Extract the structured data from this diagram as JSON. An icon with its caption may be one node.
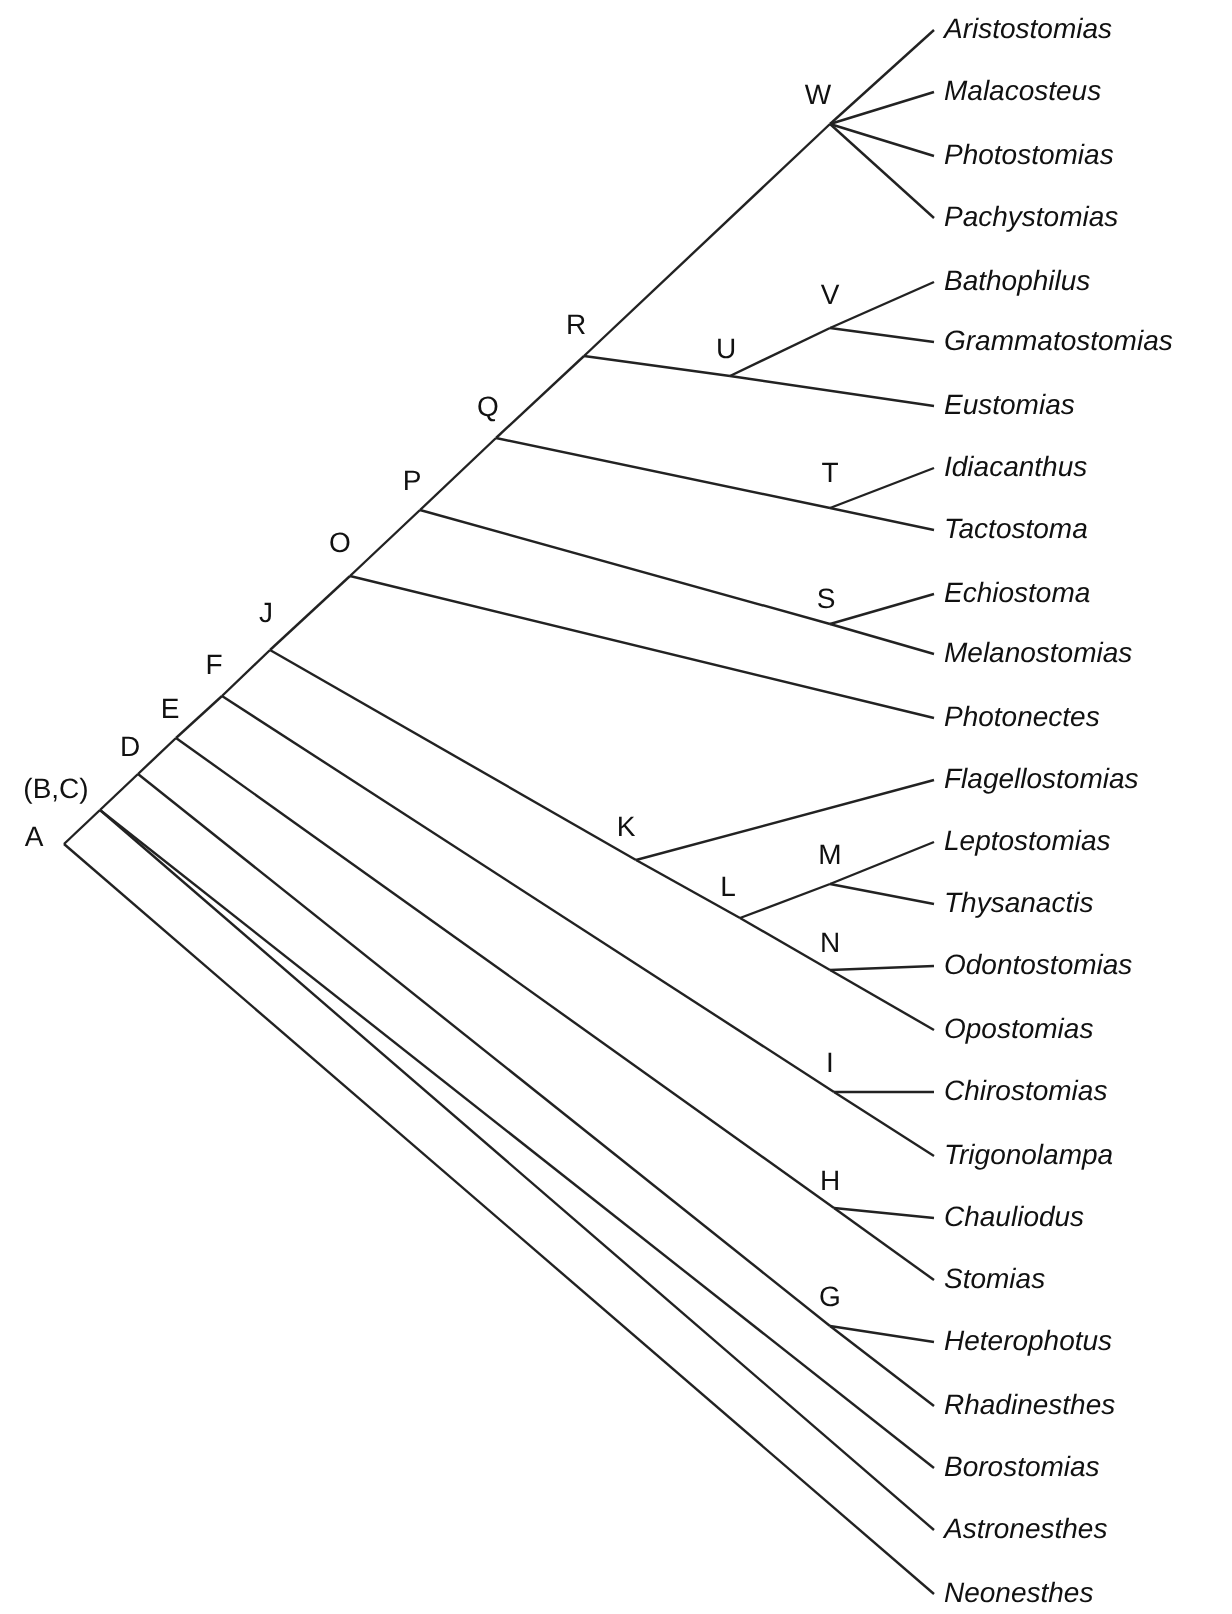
{
  "diagram": {
    "nodes": [
      {
        "text": [
          "Aristostomias"
        ]
      },
      {
        "text": [
          "Malacosteus"
        ]
      },
      {
        "text": [
          "Photostomias"
        ]
      },
      {
        "text": [
          "Pachystomias"
        ]
      },
      {
        "text": [
          "Bathophilus"
        ]
      },
      {
        "text": [
          "Grammatostomias"
        ]
      },
      {
        "text": [
          "Eustomias"
        ]
      },
      {
        "text": [
          "Idiacanthus"
        ]
      },
      {
        "text": [
          "Tactostoma"
        ]
      },
      {
        "text": [
          "Echiostoma"
        ]
      },
      {
        "text": [
          "Melanostomias"
        ]
      },
      {
        "text": [
          "Photonectes"
        ]
      },
      {
        "text": [
          "Flagellostomias"
        ]
      },
      {
        "text": [
          "Leptostomias"
        ]
      },
      {
        "text": [
          "Thysanactis"
        ]
      },
      {
        "text": [
          "Odontostomias"
        ]
      },
      {
        "text": [
          "Opostomias"
        ]
      },
      {
        "text": [
          "Chirostomias"
        ]
      },
      {
        "text": [
          "Trigonolampa"
        ]
      },
      {
        "text": [
          "Chauliodus"
        ]
      },
      {
        "text": [
          "Stomias"
        ]
      },
      {
        "text": [
          "Heterophotus"
        ]
      },
      {
        "text": [
          "Rhadinesthes"
        ]
      },
      {
        "text": [
          "Borostomias"
        ]
      },
      {
        "text": [
          "Astronesthes"
        ]
      },
      {
        "text": [
          "Neonesthes"
        ]
      },
      {
        "text": [
          "W"
        ]
      },
      {
        "text": [
          "V"
        ]
      },
      {
        "text": [
          "R"
        ]
      },
      {
        "text": [
          "U"
        ]
      },
      {
        "text": [
          "Q"
        ]
      },
      {
        "text": [
          "T"
        ]
      },
      {
        "text": [
          "P"
        ]
      },
      {
        "text": [
          "O"
        ]
      },
      {
        "text": [
          "S"
        ]
      },
      {
        "text": [
          "J"
        ]
      },
      {
        "text": [
          "F"
        ]
      },
      {
        "text": [
          "E"
        ]
      },
      {
        "text": [
          "D"
        ]
      },
      {
        "text": [
          "(B,C)"
        ]
      },
      {
        "text": [
          "K"
        ]
      },
      {
        "text": [
          "A"
        ]
      },
      {
        "text": [
          "M"
        ]
      },
      {
        "text": [
          "L"
        ]
      },
      {
        "text": [
          "N"
        ]
      },
      {
        "text": [
          "I"
        ]
      },
      {
        "text": [
          "H"
        ]
      },
      {
        "text": [
          "G"
        ]
      }
    ],
    "edges": [
      {
        "from": 41,
        "to": 39,
        "arrow": "none"
      },
      {
        "from": 39,
        "to": 38,
        "arrow": "none"
      },
      {
        "from": 38,
        "to": 37,
        "arrow": "none"
      },
      {
        "from": 37,
        "to": 36,
        "arrow": "none"
      },
      {
        "from": 36,
        "to": 35,
        "arrow": "none"
      },
      {
        "from": 35,
        "to": 33,
        "arrow": "none"
      },
      {
        "from": 33,
        "to": 32,
        "arrow": "none"
      },
      {
        "from": 32,
        "to": 30,
        "arrow": "none"
      },
      {
        "from": 30,
        "to": 28,
        "arrow": "none"
      },
      {
        "from": 28,
        "to": 26,
        "arrow": "none"
      },
      {
        "from": 26,
        "to": 0,
        "arrow": "none"
      },
      {
        "from": 26,
        "to": 1,
        "arrow": "none"
      },
      {
        "from": 26,
        "to": 2,
        "arrow": "none"
      },
      {
        "from": 26,
        "to": 3,
        "arrow": "none"
      },
      {
        "from": 28,
        "to": 29,
        "arrow": "none"
      },
      {
        "from": 29,
        "to": 27,
        "arrow": "none"
      },
      {
        "from": 27,
        "to": 4,
        "arrow": "none"
      },
      {
        "from": 27,
        "to": 5,
        "arrow": "none"
      },
      {
        "from": 29,
        "to": 6,
        "arrow": "none"
      },
      {
        "from": 30,
        "to": 31,
        "arrow": "none"
      },
      {
        "from": 31,
        "to": 7,
        "arrow": "none"
      },
      {
        "from": 31,
        "to": 8,
        "arrow": "none"
      },
      {
        "from": 32,
        "to": 34,
        "arrow": "none"
      },
      {
        "from": 34,
        "to": 9,
        "arrow": "none"
      },
      {
        "from": 34,
        "to": 10,
        "arrow": "none"
      },
      {
        "from": 33,
        "to": 11,
        "arrow": "none"
      },
      {
        "from": 35,
        "to": 40,
        "arrow": "none"
      },
      {
        "from": 40,
        "to": 12,
        "arrow": "none"
      },
      {
        "from": 40,
        "to": 43,
        "arrow": "none"
      },
      {
        "from": 43,
        "to": 42,
        "arrow": "none"
      },
      {
        "from": 42,
        "to": 13,
        "arrow": "none"
      },
      {
        "from": 42,
        "to": 14,
        "arrow": "none"
      },
      {
        "from": 43,
        "to": 44,
        "arrow": "none"
      },
      {
        "from": 44,
        "to": 15,
        "arrow": "none"
      },
      {
        "from": 44,
        "to": 16,
        "arrow": "none"
      },
      {
        "from": 36,
        "to": 45,
        "arrow": "none"
      },
      {
        "from": 45,
        "to": 17,
        "arrow": "none"
      },
      {
        "from": 45,
        "to": 18,
        "arrow": "none"
      },
      {
        "from": 37,
        "to": 46,
        "arrow": "none"
      },
      {
        "from": 46,
        "to": 19,
        "arrow": "none"
      },
      {
        "from": 46,
        "to": 20,
        "arrow": "none"
      },
      {
        "from": 38,
        "to": 47,
        "arrow": "none"
      },
      {
        "from": 47,
        "to": 21,
        "arrow": "none"
      },
      {
        "from": 47,
        "to": 22,
        "arrow": "none"
      },
      {
        "from": 39,
        "to": 23,
        "arrow": "none"
      },
      {
        "from": 39,
        "to": 24,
        "arrow": "none"
      },
      {
        "from": 41,
        "to": 25,
        "arrow": "none"
      }
    ]
  }
}
